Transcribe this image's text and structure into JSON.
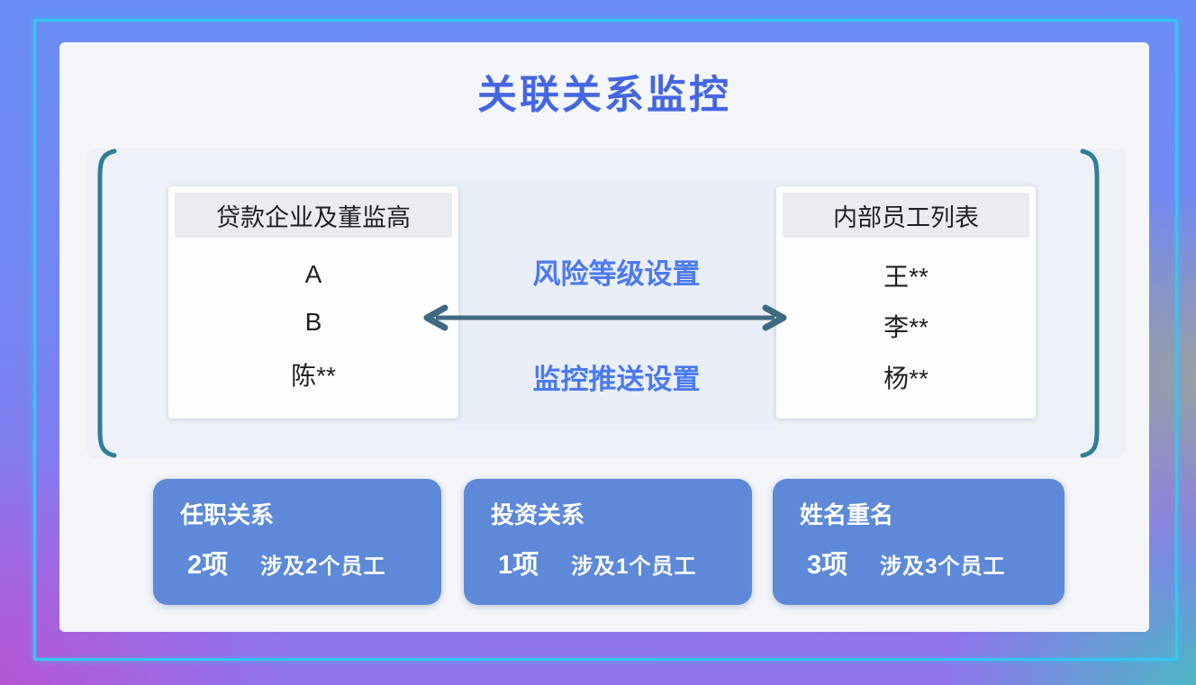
{
  "title": "关联关系监控",
  "left_box": {
    "header": "贷款企业及董监高",
    "items": [
      "A",
      "B",
      "陈**"
    ]
  },
  "right_box": {
    "header": "内部员工列表",
    "items": [
      "王**",
      "李**",
      "杨**"
    ]
  },
  "center": {
    "top_label": "风险等级设置",
    "bottom_label": "监控推送设置"
  },
  "cards": [
    {
      "title": "任职关系",
      "count": "2项",
      "detail": "涉及2个员工"
    },
    {
      "title": "投资关系",
      "count": "1项",
      "detail": "涉及1个员工"
    },
    {
      "title": "姓名重名",
      "count": "3项",
      "detail": "涉及3个员工"
    }
  ],
  "colors": {
    "title-blue": "#4566e2",
    "label-blue": "#4b79ef",
    "arrow-teal": "#3e6a80",
    "bracket-teal": "#2e7f96",
    "card-blue": "#5d89d8",
    "neon-cyan": "#35c6f1",
    "panel-bg": "#f4f6fa",
    "box-header-bg": "#ebecf2"
  }
}
